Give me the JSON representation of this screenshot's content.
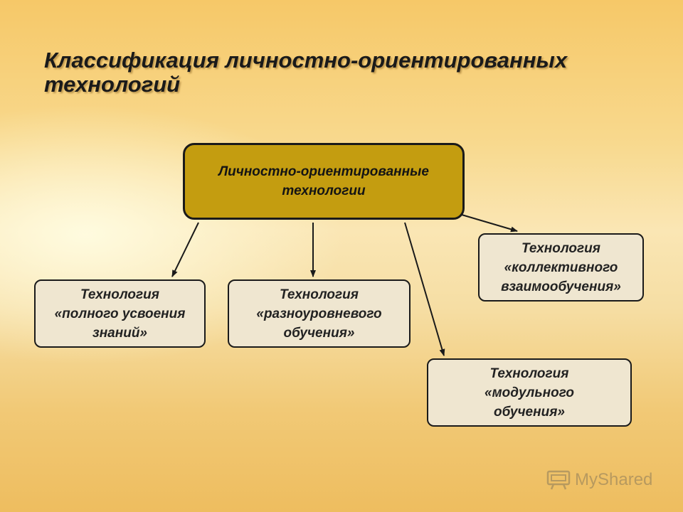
{
  "title": {
    "line1": "Классификация личностно-ориентированных",
    "line2": "технологий"
  },
  "root": {
    "line1": "Личностно-ориентированные",
    "line2": "технологии"
  },
  "nodes": [
    {
      "lines": [
        "Технология",
        "«полного усвоения",
        "знаний»"
      ]
    },
    {
      "lines": [
        "Технология",
        "«разноуровневого",
        "обучения»"
      ]
    },
    {
      "lines": [
        "Технология",
        "«коллективного",
        "взаимообучения»"
      ]
    },
    {
      "lines": [
        "Технология",
        "«модульного",
        "обучения»"
      ]
    }
  ],
  "watermark": {
    "text": "MyShared",
    "icon": "projector-icon"
  },
  "colors": {
    "root_fill": "#c49d10",
    "leaf_fill": "#efe6d0",
    "outline": "#1a1a1a"
  }
}
